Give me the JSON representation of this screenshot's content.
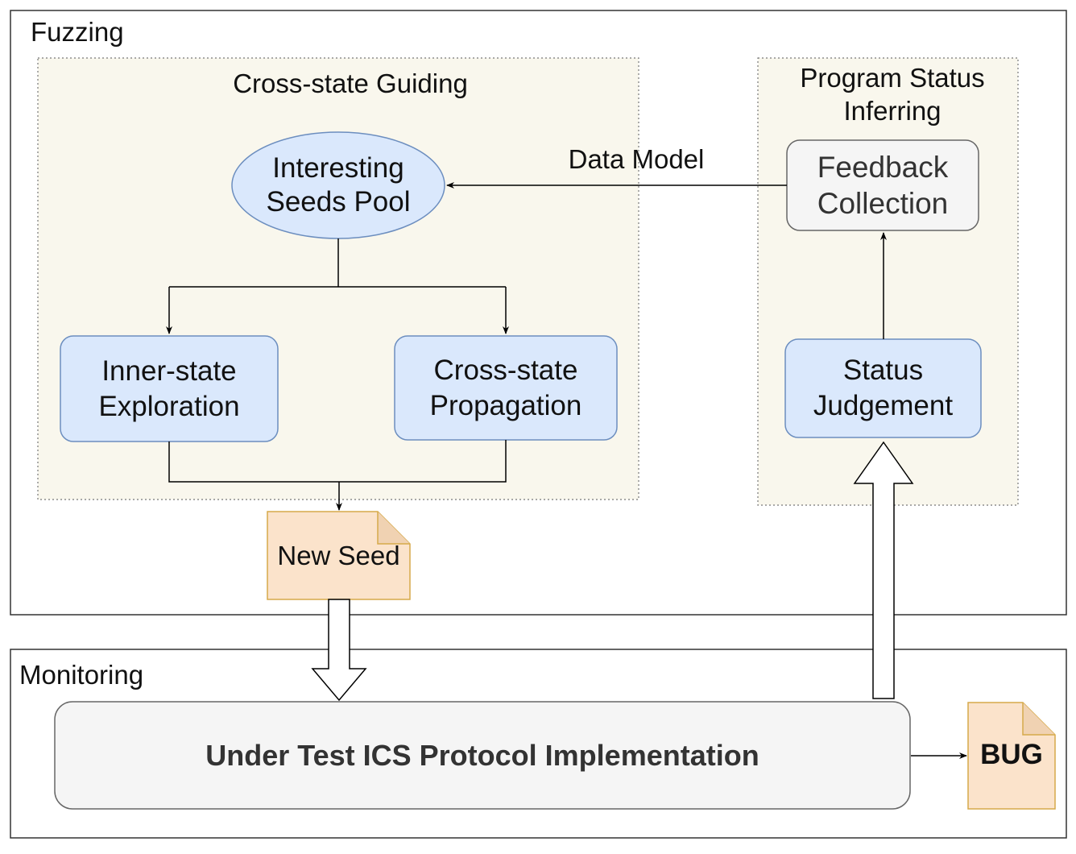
{
  "colors": {
    "container_border": "#333333",
    "group_fill": "#f9f7ed",
    "group_border": "#777777",
    "blue_fill": "#dae8fc",
    "blue_border": "#6c8ebf",
    "gray_fill": "#f5f5f5",
    "gray_border": "#666666",
    "orange_fill": "#fbe3cb",
    "orange_border": "#d6a94a",
    "arrow": "#000000"
  },
  "containers": {
    "fuzzing": "Fuzzing",
    "monitoring": "Monitoring"
  },
  "groups": {
    "cross_state_guiding": "Cross-state Guiding",
    "program_status_inferring": "Program Status\nInferring"
  },
  "nodes": {
    "interesting_seeds_pool": "Interesting\nSeeds Pool",
    "inner_state_exploration": "Inner-state\nExploration",
    "cross_state_propagation": "Cross-state\nPropagation",
    "feedback_collection": "Feedback\nCollection",
    "status_judgement": "Status\nJudgement",
    "new_seed": "New Seed",
    "under_test": "Under Test ICS Protocol Implementation",
    "bug": "BUG"
  },
  "edges": {
    "data_model": "Data Model"
  },
  "icons": [
    "document-icon",
    "block-arrow-down-icon",
    "block-arrow-up-icon"
  ]
}
